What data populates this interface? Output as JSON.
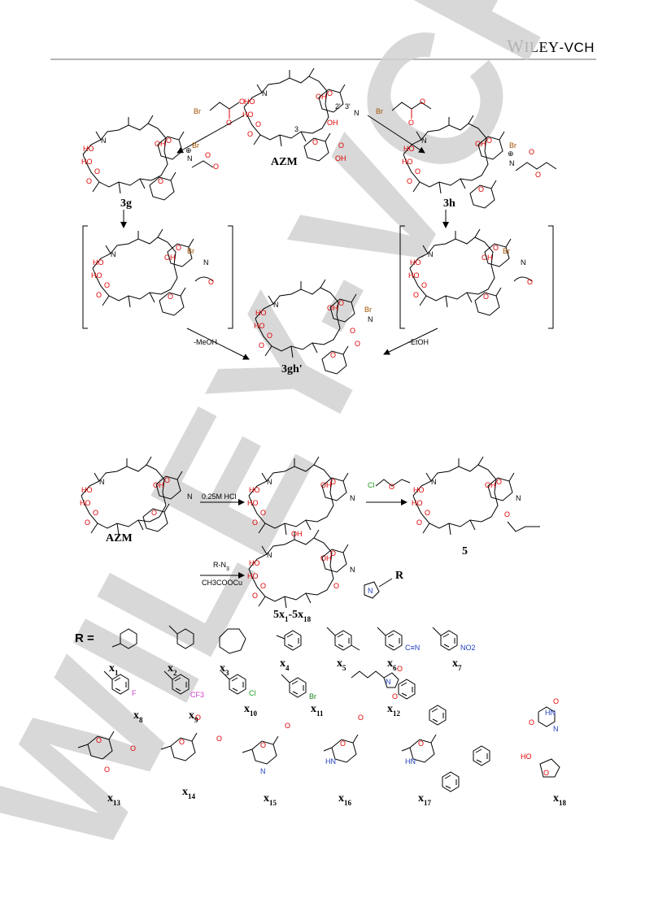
{
  "header": {
    "publisher_w": "W",
    "publisher_iley": "ILEY",
    "publisher_vch": "-VCH"
  },
  "watermark": {
    "text": "WILEY-VCH",
    "color": "#c8c8c8"
  },
  "scheme1": {
    "reagent_left": "Br",
    "reagent_right": "Br",
    "center_label": "AZM",
    "left_label": "3g",
    "right_label": "3h",
    "product_label": "3gh'",
    "loss_left": "-MeOH",
    "loss_right": "-EtOH",
    "counterion": "Br",
    "positions": [
      "3",
      "2'",
      "3'"
    ]
  },
  "scheme2": {
    "start_label": "AZM",
    "step1": "0.25M HCl",
    "step2_reagent": "Cl",
    "product5_label": "5",
    "step3_line1": "R-N",
    "step3_sub": "3",
    "step3_line2": "CH3COOCu",
    "final_label_a": "5x",
    "final_sub_a": "1",
    "final_label_b": "-5x",
    "final_sub_b": "18",
    "r_equals": "R ="
  },
  "substituents": [
    {
      "label": "x",
      "sub": "1"
    },
    {
      "label": "x",
      "sub": "2"
    },
    {
      "label": "x",
      "sub": "3"
    },
    {
      "label": "x",
      "sub": "4"
    },
    {
      "label": "x",
      "sub": "5"
    },
    {
      "label": "x",
      "sub": "6",
      "group": "C≡N"
    },
    {
      "label": "x",
      "sub": "7",
      "group": "NO2"
    },
    {
      "label": "x",
      "sub": "8",
      "group": "F"
    },
    {
      "label": "x",
      "sub": "9",
      "group": "CF3"
    },
    {
      "label": "x",
      "sub": "10",
      "group": "Cl"
    },
    {
      "label": "x",
      "sub": "11",
      "group": "Br"
    },
    {
      "label": "x",
      "sub": "12"
    },
    {
      "label": "x",
      "sub": "13"
    },
    {
      "label": "x",
      "sub": "14"
    },
    {
      "label": "x",
      "sub": "15"
    },
    {
      "label": "x",
      "sub": "16"
    },
    {
      "label": "x",
      "sub": "17"
    },
    {
      "label": "x",
      "sub": "18"
    }
  ],
  "colors": {
    "oxygen": "#e00000",
    "nitrogen": "#2040c0",
    "fluorine": "#d040d0",
    "chlorine": "#20a020",
    "bromine": "#208020"
  }
}
